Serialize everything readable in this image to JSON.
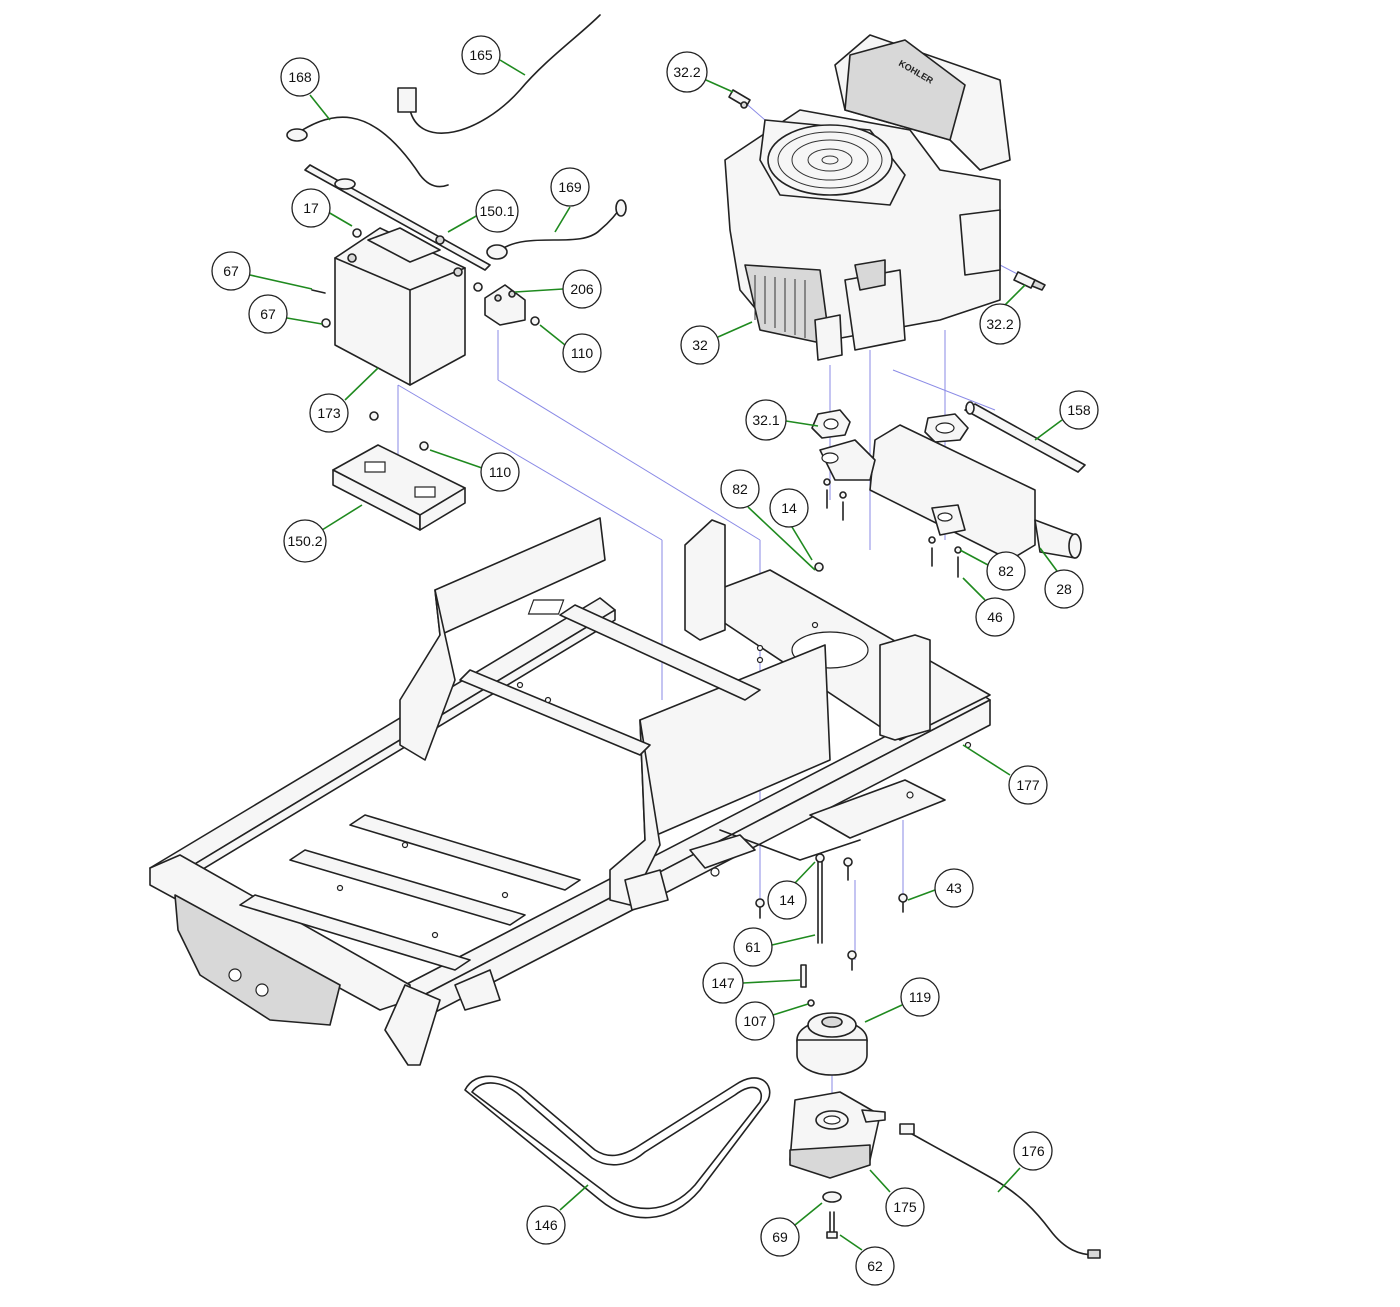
{
  "diagram": {
    "engine_brand": "KOHLER",
    "leader_color": "#1f8a1f",
    "guide_color": "#8a8ae6",
    "callouts": [
      {
        "id": "c165",
        "label": "165"
      },
      {
        "id": "c168",
        "label": "168"
      },
      {
        "id": "c17",
        "label": "17"
      },
      {
        "id": "c150_1",
        "label": "150.1"
      },
      {
        "id": "c169",
        "label": "169"
      },
      {
        "id": "c67a",
        "label": "67"
      },
      {
        "id": "c67b",
        "label": "67"
      },
      {
        "id": "c206",
        "label": "206"
      },
      {
        "id": "c110a",
        "label": "110"
      },
      {
        "id": "c173",
        "label": "173"
      },
      {
        "id": "c110b",
        "label": "110"
      },
      {
        "id": "c150_2",
        "label": "150.2"
      },
      {
        "id": "c32_2a",
        "label": "32.2"
      },
      {
        "id": "c32",
        "label": "32"
      },
      {
        "id": "c32_2b",
        "label": "32.2"
      },
      {
        "id": "c32_1",
        "label": "32.1"
      },
      {
        "id": "c158",
        "label": "158"
      },
      {
        "id": "c82a",
        "label": "82"
      },
      {
        "id": "c14a",
        "label": "14"
      },
      {
        "id": "c82b",
        "label": "82"
      },
      {
        "id": "c28",
        "label": "28"
      },
      {
        "id": "c46",
        "label": "46"
      },
      {
        "id": "c177",
        "label": "177"
      },
      {
        "id": "c43",
        "label": "43"
      },
      {
        "id": "c14b",
        "label": "14"
      },
      {
        "id": "c61",
        "label": "61"
      },
      {
        "id": "c147",
        "label": "147"
      },
      {
        "id": "c119",
        "label": "119"
      },
      {
        "id": "c107",
        "label": "107"
      },
      {
        "id": "c176",
        "label": "176"
      },
      {
        "id": "c146",
        "label": "146"
      },
      {
        "id": "c175",
        "label": "175"
      },
      {
        "id": "c69",
        "label": "69"
      },
      {
        "id": "c62",
        "label": "62"
      }
    ]
  }
}
